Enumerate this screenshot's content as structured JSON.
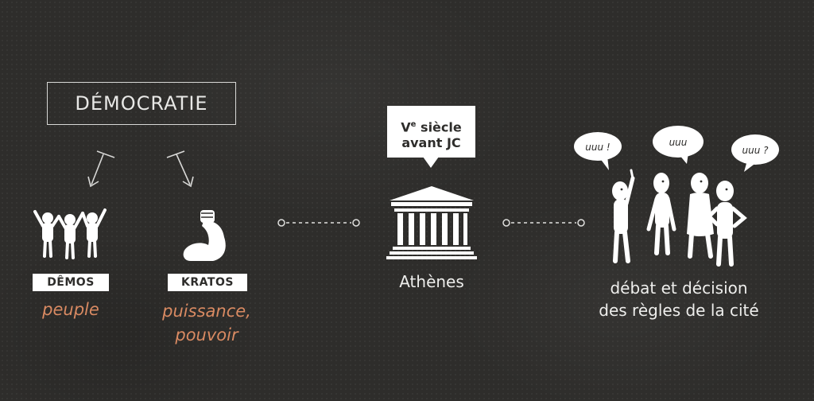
{
  "title": "DÉMOCRATIE",
  "demos": {
    "word": "DÊMOS",
    "translation": "peuple"
  },
  "kratos": {
    "word": "KRATOS",
    "translation_line1": "puissance,",
    "translation_line2": "pouvoir"
  },
  "athens": {
    "bubble_line1_sup": "e",
    "bubble_line1_rest": " siècle",
    "bubble_line1_numeral": "V",
    "bubble_line2": "avant JC",
    "label": "Athènes"
  },
  "citizens": {
    "caption_line1": "débat et décision",
    "caption_line2": "des règles de la cité",
    "speech": [
      "uuu !",
      "uuu",
      "uuu ?"
    ]
  },
  "colors": {
    "background": "#2e2d2b",
    "accent": "#d98a62",
    "foreground": "#ffffff"
  }
}
